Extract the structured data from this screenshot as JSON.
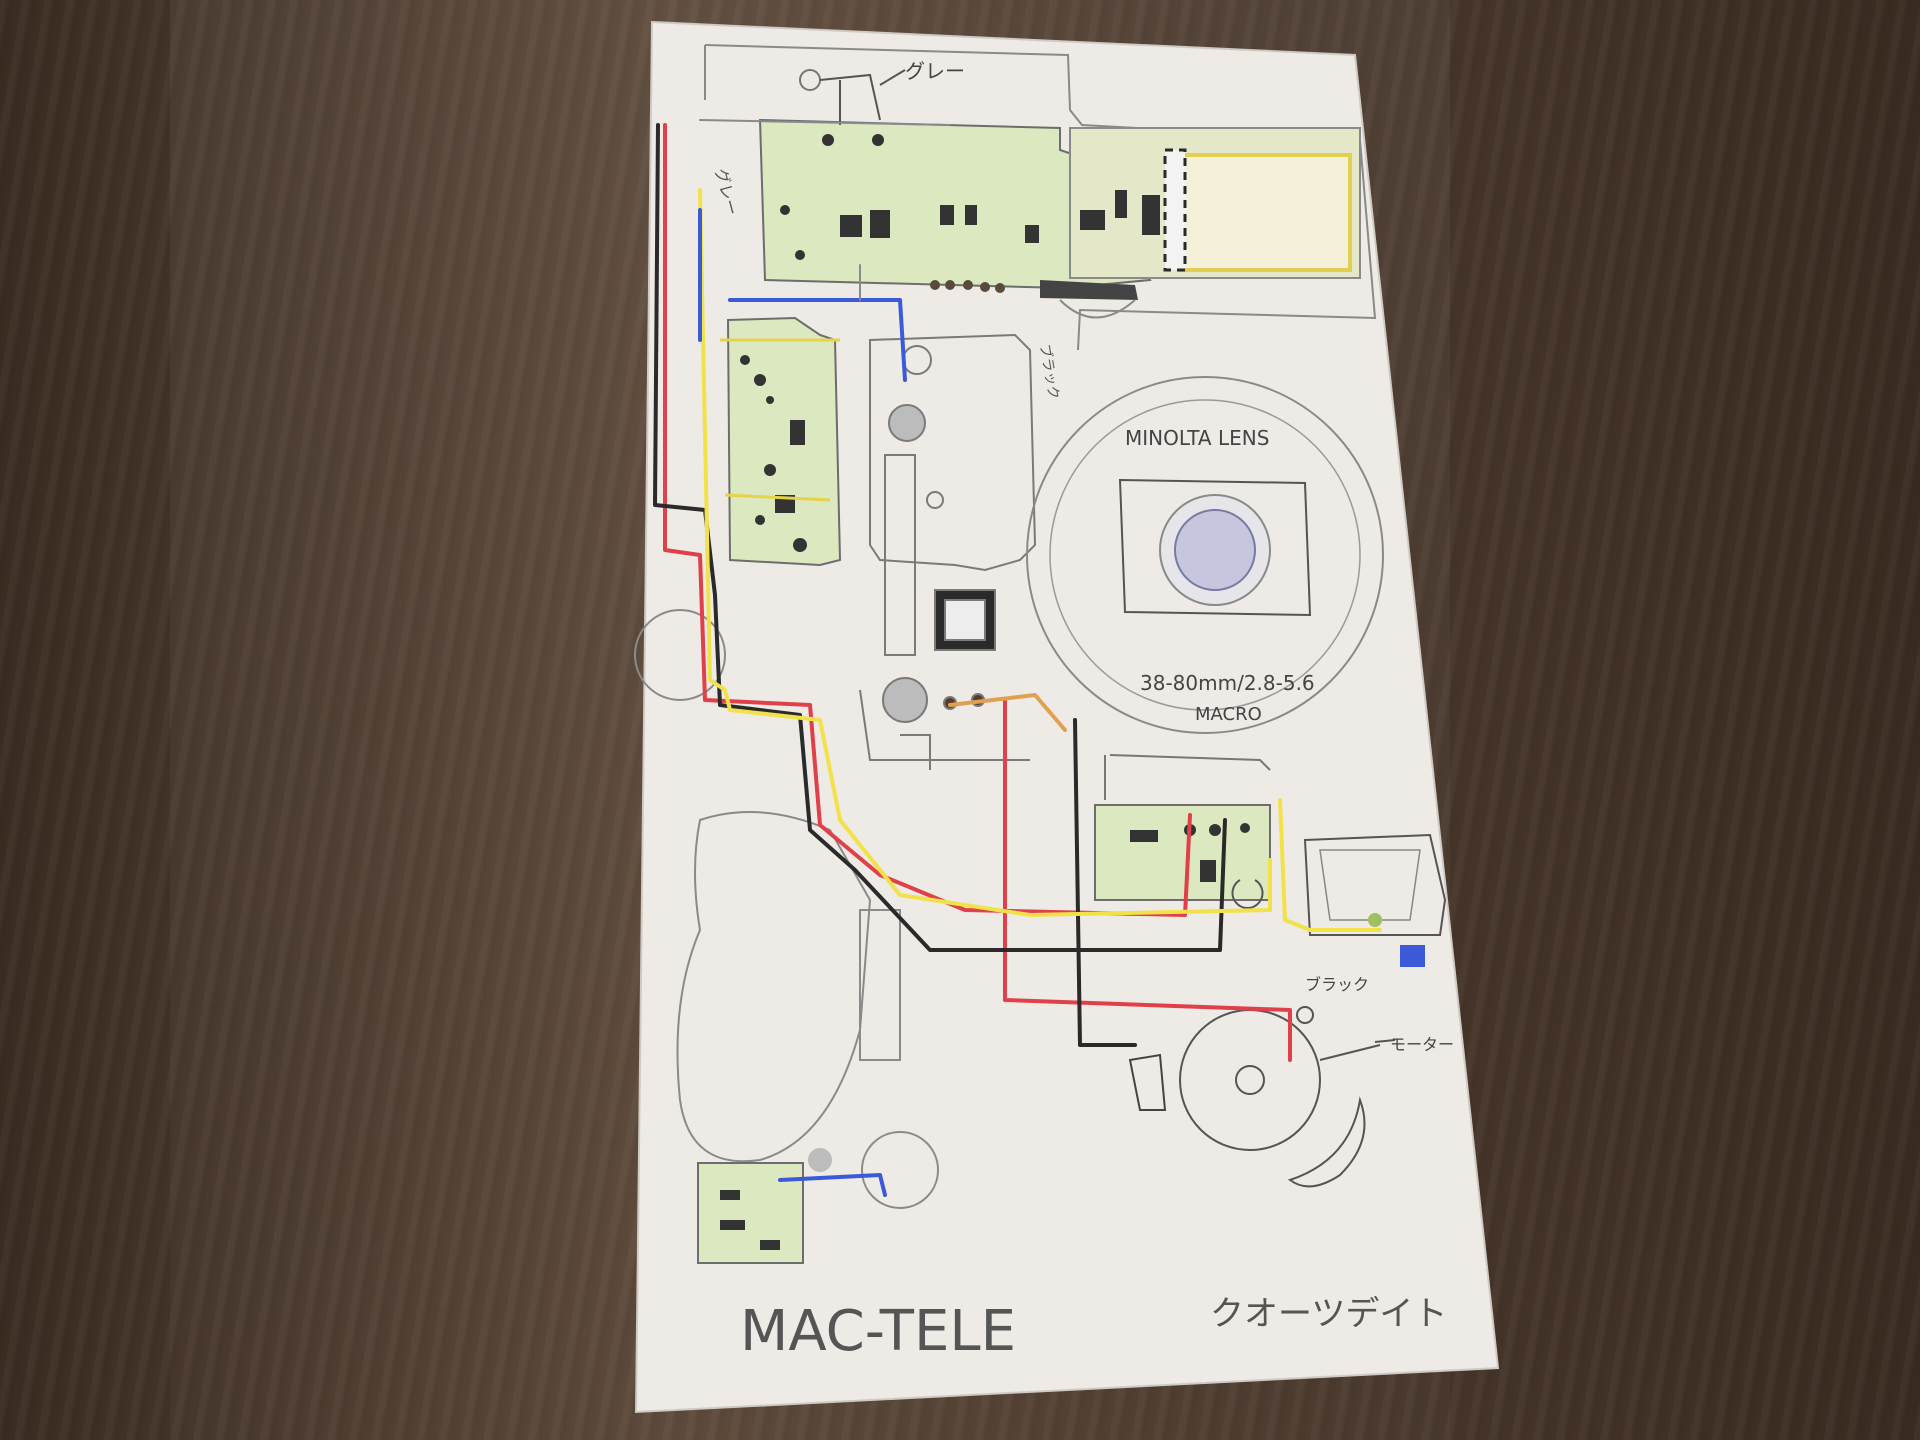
{
  "drawing": {
    "lens_title": "MINOLTA LENS",
    "lens_spec": "38-80mm/2.8-5.6",
    "lens_mode": "MACRO",
    "bottom_left_title": "MAC-TELE",
    "bottom_right_title": "クオーツデイト",
    "annotation_gray": "グレー",
    "annotation_black_top": "ブラック",
    "annotation_black_bottom": "ブラック",
    "annotation_motor": "モーター",
    "annotation_vertical": "グレー"
  },
  "colors": {
    "paper": "#eeeae6",
    "wire_red": "#e0404a",
    "wire_yellow": "#f2e24a",
    "wire_black": "#2a2a2a",
    "wire_blue": "#3a5ad8",
    "pcb_green": "#dce8c0",
    "pencil": "#7a7a7a"
  }
}
